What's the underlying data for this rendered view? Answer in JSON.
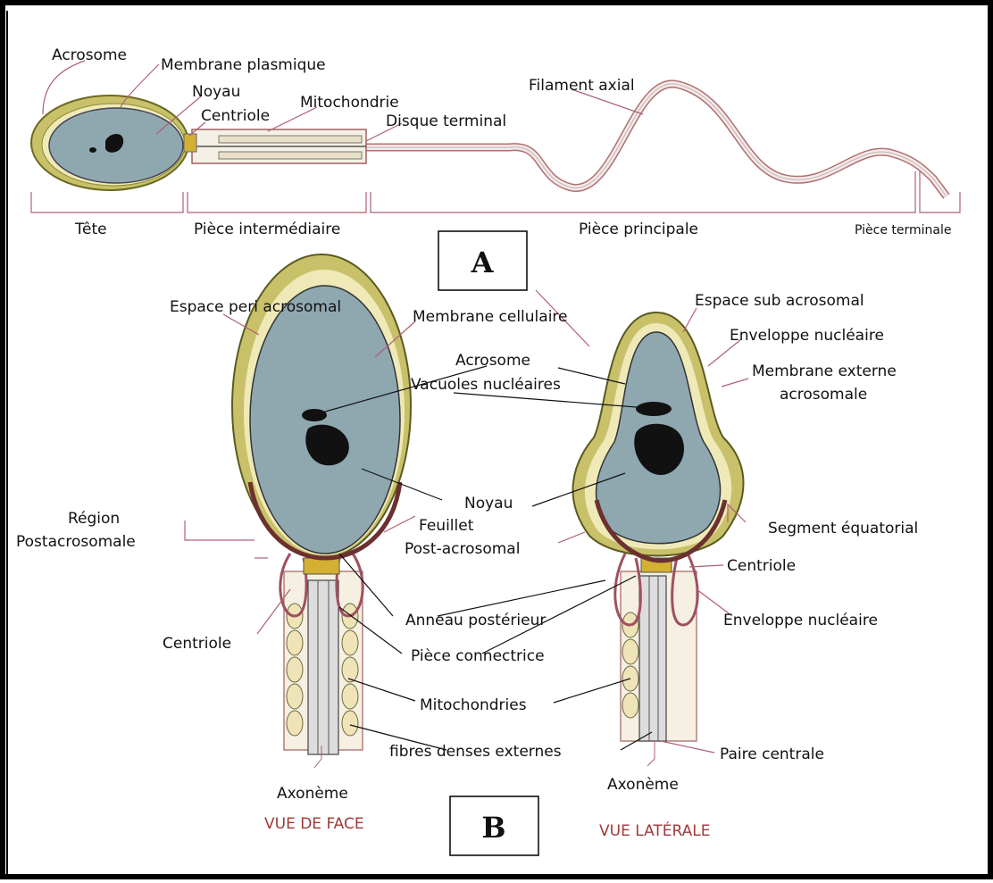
{
  "panel_a": {
    "box_label": "A",
    "labels": {
      "acrosome": "Acrosome",
      "membrane_plasmique": "Membrane plasmique",
      "noyau": "Noyau",
      "centriole": "Centriole",
      "mitochondrie": "Mitochondrie",
      "disque_terminal": "Disque terminal",
      "filament_axial": "Filament axial",
      "tete": "Tête",
      "piece_intermediaire": "Pièce intermédiaire",
      "piece_principale": "Pièce principale",
      "piece_terminale": "Pièce terminale"
    }
  },
  "panel_b": {
    "box_label": "B",
    "labels": {
      "espace_peri_acrosomal": "Espace peri acrosomal",
      "membrane_cellulaire": "Membrane cellulaire",
      "acrosome": "Acrosome",
      "vacuoles_nucleaires": "Vacuoles nucléaires",
      "espace_sub_acrosomal": "Espace sub acrosomal",
      "enveloppe_nucleaire_top": "Enveloppe nucléaire",
      "membrane_externe_1": "Membrane externe",
      "membrane_externe_2": "acrosomale",
      "noyau": "Noyau",
      "region_1": "Région",
      "region_2": "Postacrosomale",
      "feuillet_1": "Feuillet",
      "feuillet_2": "Post-acrosomal",
      "segment_equatorial": "Segment équatorial",
      "centriole_right": "Centriole",
      "anneau_posterieur": "Anneau postérieur",
      "centriole_left": "Centriole",
      "enveloppe_nucleaire_bottom": "Enveloppe nucléaire",
      "piece_connectrice": "Pièce connectrice",
      "mitochondries": "Mitochondries",
      "fibres_denses": "fibres denses externes",
      "paire_centrale": "Paire centrale",
      "axoneme_left": "Axonème",
      "axoneme_right": "Axonème",
      "vue_de_face": "VUE DE FACE",
      "vue_laterale": "VUE LATÉRALE"
    }
  }
}
